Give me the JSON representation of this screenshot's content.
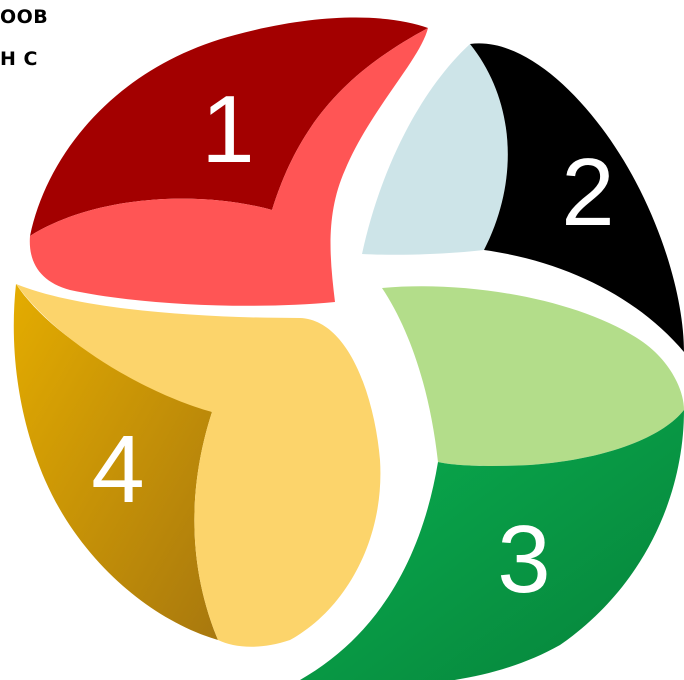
{
  "corner_text": {
    "line1": "OOB",
    "line2": "Н С"
  },
  "segments": [
    {
      "number": "1",
      "dark": "#A30000",
      "light": "#FF5555"
    },
    {
      "number": "2",
      "dark": "#000000",
      "light": "#CDE4E8"
    },
    {
      "number": "3",
      "dark": "#079A44",
      "light": "#B3DD8A"
    },
    {
      "number": "4",
      "dark": "#D9A000",
      "light": "#FCD46B"
    }
  ]
}
